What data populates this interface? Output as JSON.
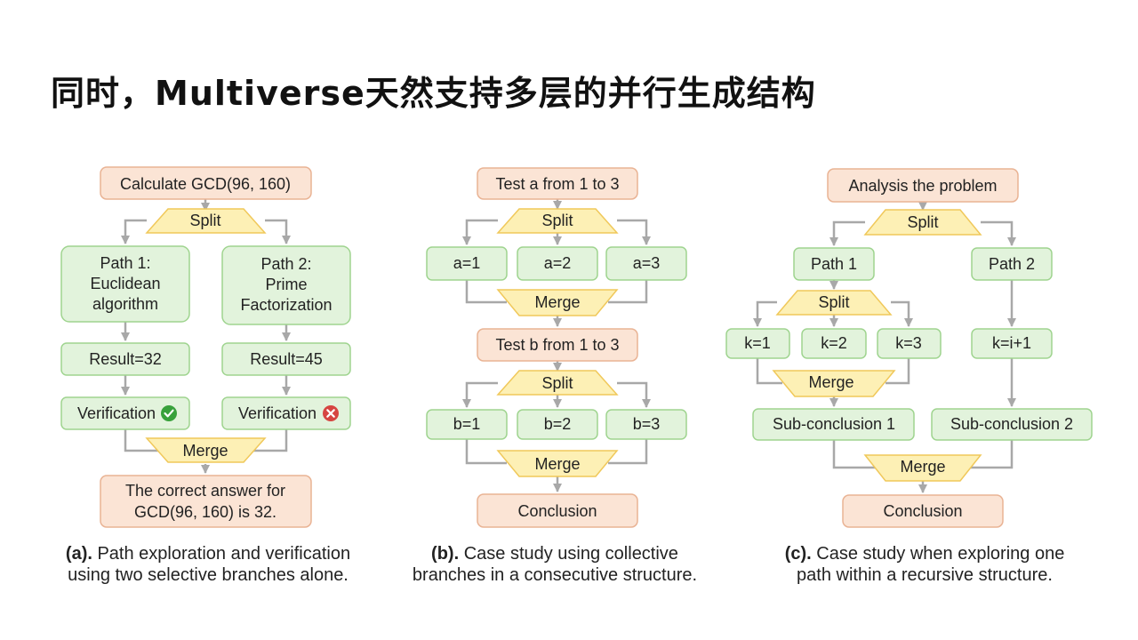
{
  "title": "同时，Multiverse天然支持多层的并行生成结构",
  "panels": {
    "a": {
      "nodes": {
        "top": "Calculate GCD(96, 160)",
        "split": "Split",
        "path1": [
          "Path 1:",
          "Euclidean",
          "algorithm"
        ],
        "path2": [
          "Path 2:",
          "Prime",
          "Factorization"
        ],
        "result1": "Result=32",
        "result2": "Result=45",
        "verify1": "Verification",
        "verify2": "Verification",
        "merge": "Merge",
        "answer": [
          "The correct answer for",
          "GCD(96, 160) is 32."
        ]
      },
      "status_colors": {
        "pass": "#38a13b",
        "fail": "#d64541"
      },
      "caption_label": "(a).",
      "caption_line1": "Path exploration and verification",
      "caption_line2": "using two selective branches alone."
    },
    "b": {
      "nodes": {
        "test_a": "Test a from 1 to 3",
        "split1": "Split",
        "a1": "a=1",
        "a2": "a=2",
        "a3": "a=3",
        "merge1": "Merge",
        "test_b": "Test b from 1 to 3",
        "split2": "Split",
        "b1": "b=1",
        "b2": "b=2",
        "b3": "b=3",
        "merge2": "Merge",
        "conclusion": "Conclusion"
      },
      "caption_label": "(b).",
      "caption_line1": "Case study using collective",
      "caption_line2": "branches in a consecutive structure."
    },
    "c": {
      "nodes": {
        "top": "Analysis the problem",
        "split": "Split",
        "path1": "Path 1",
        "path2": "Path 2",
        "subsplit": "Split",
        "k1": "k=1",
        "k2": "k=2",
        "k3": "k=3",
        "kinc": "k=i+1",
        "submerge": "Merge",
        "sub1": "Sub-conclusion 1",
        "sub2": "Sub-conclusion 2",
        "merge": "Merge",
        "conclusion": "Conclusion"
      },
      "caption_label": "(c).",
      "caption_line1": "Case study when exploring one",
      "caption_line2": "path within a recursive structure."
    }
  },
  "colors": {
    "box_orange_fill": "#fbe4d5",
    "box_green_fill": "#e2f3dc",
    "split_merge_fill": "#fdf0b5",
    "connector": "#a8a8a8"
  }
}
